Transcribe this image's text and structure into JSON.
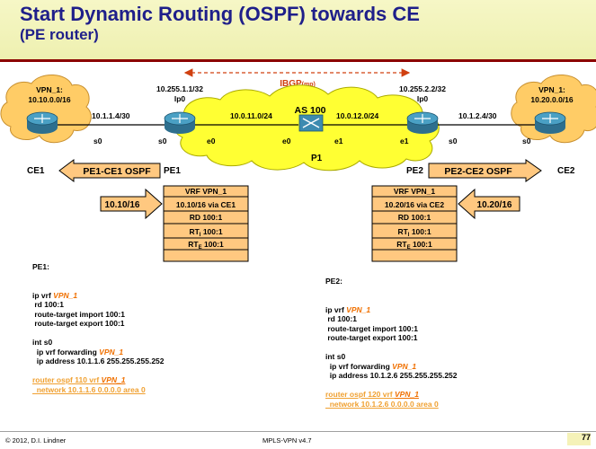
{
  "title": {
    "line1": "Start Dynamic Routing (OSPF) towards CE",
    "line2": "(PE router)"
  },
  "diagram": {
    "ibgp_label": "IBGP",
    "ibgp_sub": "(mp)",
    "as_label": "AS 100",
    "left_site": {
      "line1": "VPN_1:",
      "line2": "10.10.0.0/16"
    },
    "right_site": {
      "line1": "VPN_1:",
      "line2": "10.20.0.0/16"
    },
    "pe1_loopback": {
      "ip": "10.255.1.1/32",
      "if": "lp0"
    },
    "pe2_loopback": {
      "ip": "10.255.2.2/32",
      "if": "lp0"
    },
    "links": {
      "ce1_pe1": "10.1.1.4/30",
      "pe1_p1": "10.0.11.0/24",
      "p1_pe2": "10.0.12.0/24",
      "pe2_ce2": "10.1.2.4/30"
    },
    "interfaces": {
      "ce1_s0": "s0",
      "pe1_s0": "s0",
      "pe1_e0": "e0",
      "p1_e0": "e0",
      "p1_e1": "e1",
      "pe2_e1": "e1",
      "pe2_s0": "s0",
      "ce2_s0": "s0"
    },
    "routers": {
      "ce1": "CE1",
      "pe1": "PE1",
      "p1": "P1",
      "pe2": "PE2",
      "ce2": "CE2"
    },
    "ospf_left": "PE1-CE1 OSPF",
    "ospf_right": "PE2-CE2 OSPF",
    "vrf_left": {
      "rows": [
        "VRF VPN_1",
        "10.10/16 via CE1",
        "RD 100:1"
      ],
      "rt_import": {
        "prefix": "RT",
        "sub": "I",
        "value": " 100:1"
      },
      "rt_export": {
        "prefix": "RT",
        "sub": "E",
        "value": " 100:1"
      }
    },
    "vrf_right": {
      "rows": [
        "VRF VPN_1",
        "10.20/16 via CE2",
        "RD 100:1"
      ],
      "rt_import": {
        "prefix": "RT",
        "sub": "I",
        "value": " 100:1"
      },
      "rt_export": {
        "prefix": "RT",
        "sub": "E",
        "value": " 100:1"
      }
    },
    "arrow_left": "10.10/16",
    "arrow_right": "10.20/16"
  },
  "config_pe1": {
    "heading": "PE1:",
    "vrf_cmd": "ip vrf ",
    "vrf_name": "VPN_1",
    "rd": " rd 100:1",
    "rt_import": " route-target import 100:1",
    "rt_export": " route-target export 100:1",
    "int": "int s0",
    "fwd_cmd": "  ip vrf forwarding ",
    "fwd_name": "VPN_1",
    "ip_addr": "  ip address 10.1.1.6 255.255.255.252",
    "ospf_cmd": "router ospf 110 vrf ",
    "ospf_name": "VPN_1",
    "network": "  network 10.1.1.6 0.0.0.0 area 0"
  },
  "config_pe2": {
    "heading": "PE2:",
    "vrf_cmd": "ip vrf ",
    "vrf_name": "VPN_1",
    "rd": " rd 100:1",
    "rt_import": " route-target import 100:1",
    "rt_export": " route-target export 100:1",
    "int": "int s0",
    "fwd_cmd": "  ip vrf forwarding ",
    "fwd_name": "VPN_1",
    "ip_addr": "  ip address 10.1.2.6 255.255.255.252",
    "ospf_cmd": "router ospf 120 vrf ",
    "ospf_name": "VPN_1",
    "network": "  network 10.1.2.6 0.0.0.0 area 0"
  },
  "footer": {
    "copyright": "© 2012, D.I. Lindner",
    "course": "MPLS-VPN v4.7",
    "page": "77"
  },
  "colors": {
    "title_text": "#1f1f8a",
    "cloud": "#ffff33",
    "site_cloud": "#ffcc66",
    "router": "#3f8fb0",
    "vrf_box": "#ffc880",
    "config_accent": "#f07000"
  }
}
